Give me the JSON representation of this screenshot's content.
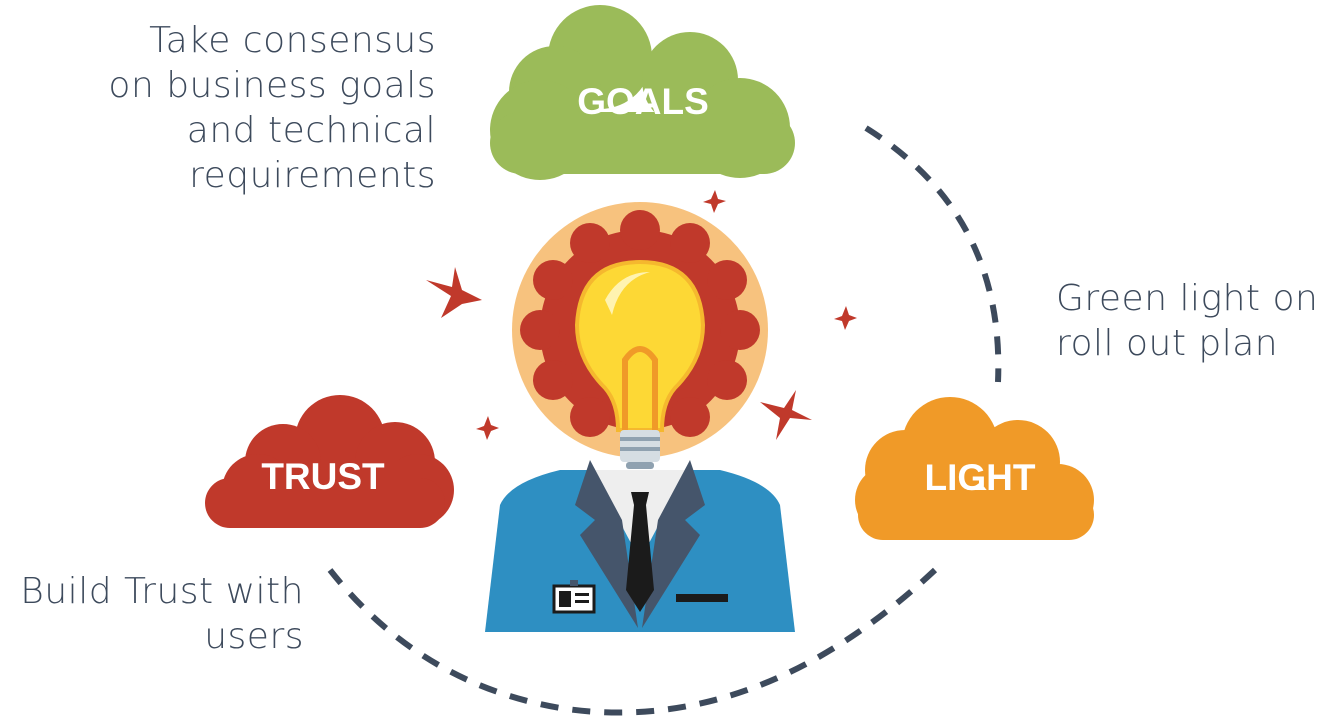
{
  "captions": {
    "goals": [
      "Take consensus",
      "on business goals",
      "and technical",
      "requirements"
    ],
    "light": [
      "Green light on",
      "roll out plan"
    ],
    "trust": [
      "Build Trust with",
      "users"
    ]
  },
  "clouds": {
    "goals": {
      "label": "GOALS",
      "color": "#9bbb59"
    },
    "trust": {
      "label": "TRUST",
      "color": "#c0392b"
    },
    "light": {
      "label": "LIGHT",
      "color": "#f09a28"
    }
  },
  "colors": {
    "text": "#3d4a5c",
    "dashed_arc": "#3d4a5c",
    "sparkle": "#c0392b",
    "halo": "#f7c27e",
    "sun": "#c0392b",
    "bulb": "#fdd835",
    "suit": "#2e8fc2",
    "lapel": "#45556b"
  },
  "icons": {
    "center": "lightbulb-head-businessman-icon",
    "sparkles": "sparkle-icon",
    "badge": "id-badge-icon"
  }
}
